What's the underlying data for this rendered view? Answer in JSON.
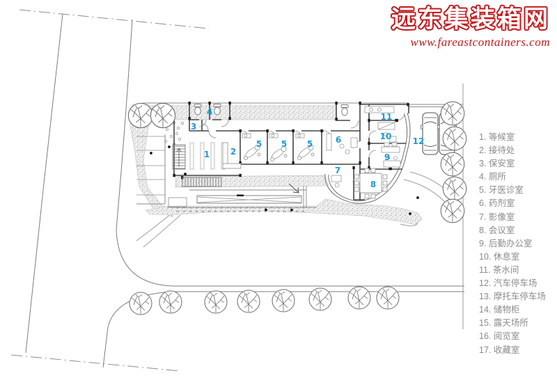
{
  "watermark": {
    "title": "远东集装箱网",
    "url": "www.fareastcontainers.com",
    "color": "#c3191d"
  },
  "legend": {
    "items": [
      "1. 等候室",
      "2. 接待处",
      "3. 保安室",
      "4. 厕所",
      "5. 牙医诊室",
      "6. 药剂室",
      "7. 影像室",
      "8. 会议室",
      "9. 后勤办公室",
      "10. 休息室",
      "11. 茶水间",
      "12. 汽车停车场",
      "13. 摩托车停车场",
      "14. 储物柜",
      "15. 露天场所",
      "16. 阅览室",
      "17. 收藏室"
    ]
  },
  "plan": {
    "type": "dental-clinic site plan / floor plan drawing",
    "numbers": [
      "1",
      "2",
      "3",
      "4",
      "5",
      "5",
      "5",
      "6",
      "7",
      "8",
      "9",
      "10",
      "11",
      "12"
    ],
    "colors": {
      "room_number_blue": "#1e9ad5",
      "legend_gray": "#8b8b8b",
      "wall_dark": "#454545",
      "line_light": "#999999"
    },
    "icons": [
      "tree-icon",
      "car-icon",
      "toilet-icon",
      "dental-chair-icon",
      "stair-icon",
      "meeting-table-icon",
      "north-entry-arrow-icon"
    ]
  }
}
